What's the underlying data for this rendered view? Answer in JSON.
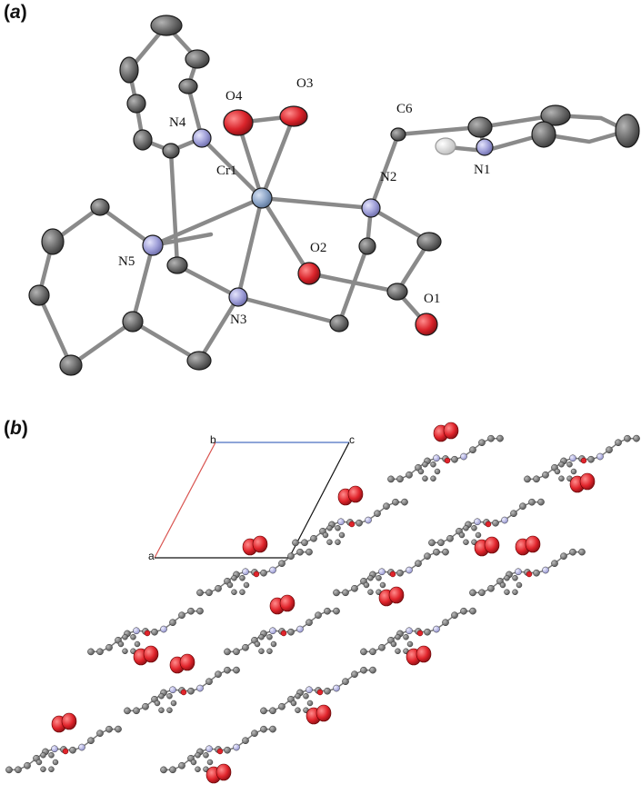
{
  "panel_a": {
    "label_prefix": "(",
    "label_letter": "a",
    "label_suffix": ")",
    "atom_labels": {
      "o4": "O4",
      "o3": "O3",
      "c6": "C6",
      "n4": "N4",
      "cr1": "Cr1",
      "n2": "N2",
      "n1": "N1",
      "n5": "N5",
      "o2": "O2",
      "o1": "O1",
      "n3": "N3"
    }
  },
  "panel_b": {
    "label_prefix": "(",
    "label_letter": "b",
    "label_suffix": ")",
    "cell_axes": {
      "a": "a",
      "b": "b",
      "c": "c"
    }
  },
  "colors": {
    "carbon": "#6e6e6e",
    "nitrogen": "#a9a9dd",
    "oxygen": "#e0242b",
    "chromium": "#8fa6c8",
    "hydrogen": "#d8d8d8",
    "bond": "#8a8a8a",
    "axis_a": "#d9534f",
    "axis_b": "#4a6fc0",
    "axis_c": "#111111"
  }
}
